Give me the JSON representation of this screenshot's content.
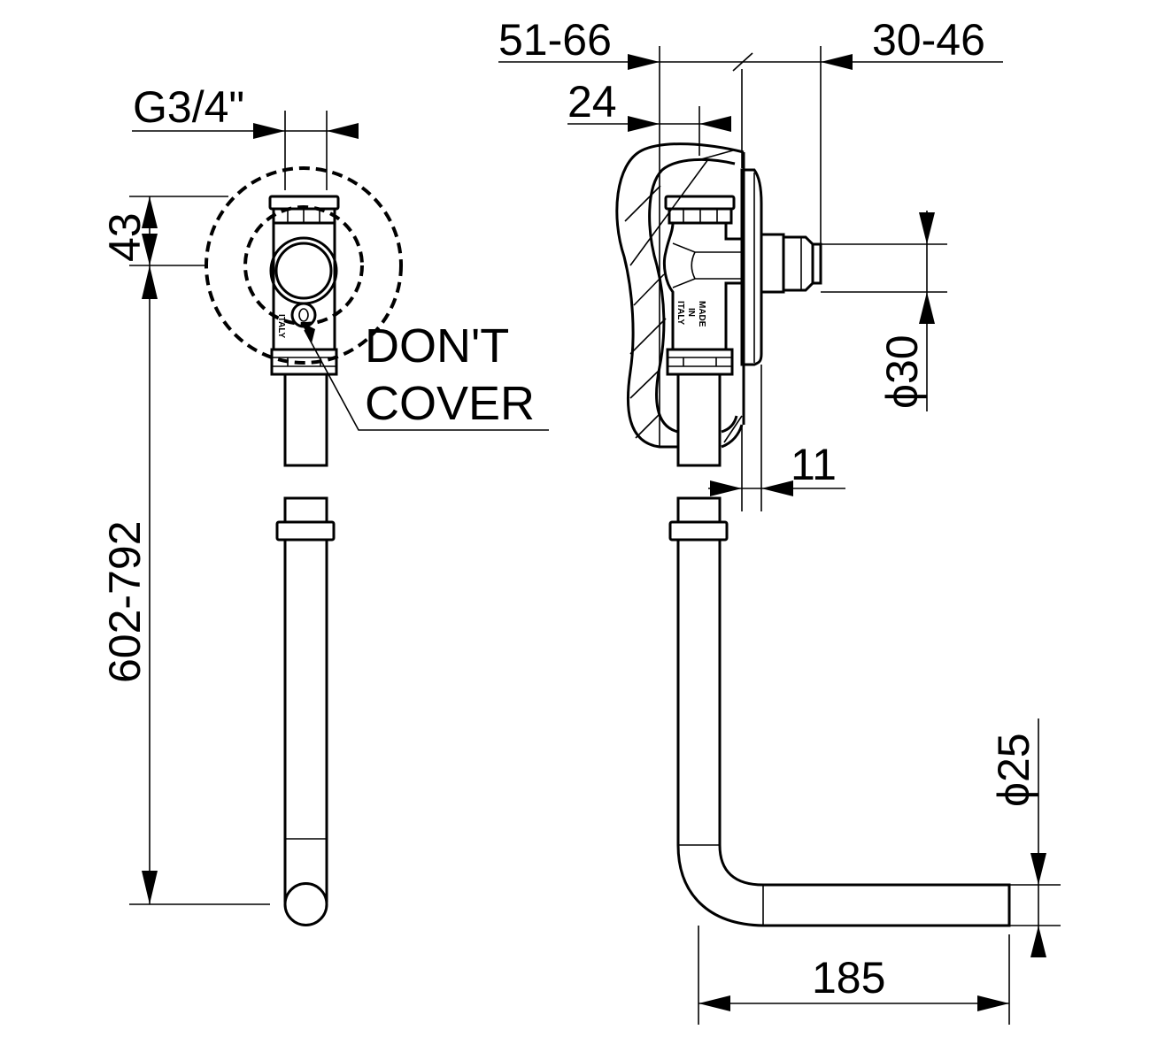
{
  "dimensions": {
    "thread": "G3/4\"",
    "height_43": "43",
    "length_range": "602-792",
    "wall_range": "51-66",
    "depth_24": "24",
    "projection_range": "30-46",
    "diameter_30": "ϕ30",
    "offset_11": "11",
    "diameter_25": "ϕ25",
    "length_185": "185"
  },
  "note": {
    "line1": "DON'T",
    "line2": "COVER"
  },
  "marking": {
    "made": "MADE",
    "in": "IN",
    "italy": "ITALY"
  }
}
